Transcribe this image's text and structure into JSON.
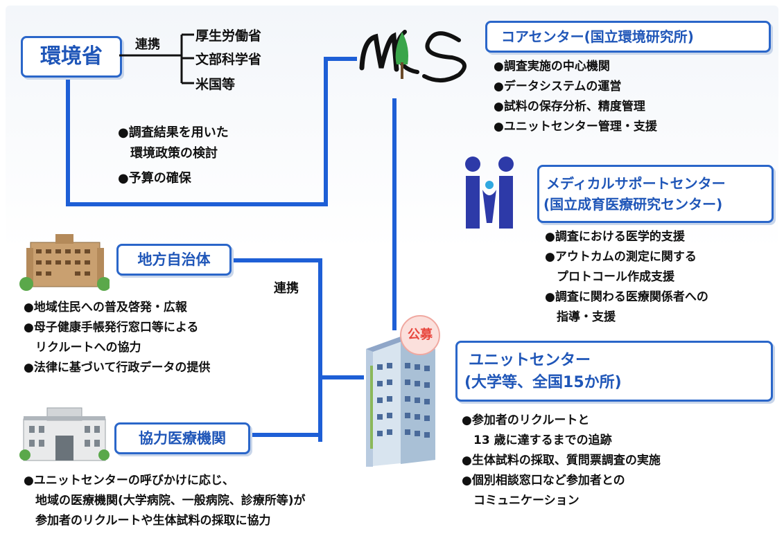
{
  "env": {
    "label": "環境省",
    "renkei": "連携",
    "partners": [
      "厚生労働省",
      "文部科学省",
      "米国等"
    ],
    "bullets": [
      "●調査結果を用いた",
      "　環境政策の検討",
      "●予算の確保"
    ]
  },
  "core": {
    "title": "コアセンター(国立環境研究所)",
    "bullets": [
      "●調査実施の中心機関",
      "●データシステムの運営",
      "●試料の保存分析、精度管理",
      "●ユニットセンター管理・支援"
    ]
  },
  "medical": {
    "title1": "メディカルサポートセンター",
    "title2": "(国立成育医療研究センター)",
    "bullets": [
      "●調査における医学的支援",
      "●アウトカムの測定に関する",
      "　プロトコール作成支援",
      "●調査に関わる医療関係者への",
      "　指導・支援"
    ]
  },
  "local": {
    "label": "地方自治体",
    "renkei": "連携",
    "bullets": [
      "●地域住民への普及啓発・広報",
      "●母子健康手帳発行窓口等による",
      "　リクルートへの協力",
      "●法律に基づいて行政データの提供"
    ]
  },
  "unit": {
    "badge": "公募",
    "title1": "ユニットセンター",
    "title2": "(大学等、全国15か所)",
    "bullets": [
      "●参加者のリクルートと",
      "　13 歳に達するまでの追跡",
      "●生体試料の採取、質問票調査の実施",
      "●個別相談窓口など参加者との",
      "　コミュニケーション"
    ]
  },
  "hospital": {
    "label": "協力医療機関",
    "bullets": [
      "●ユニットセンターの呼びかけに応じ、",
      "　地域の医療機関(大学病院、一般病院、診療所等)が",
      "　参加者のリクルートや生体試料の採取に協力"
    ]
  },
  "colors": {
    "line": "#1e5fd6",
    "box_border": "#2a66c9",
    "title_text": "#1f56b8",
    "badge": "#e8473e"
  }
}
